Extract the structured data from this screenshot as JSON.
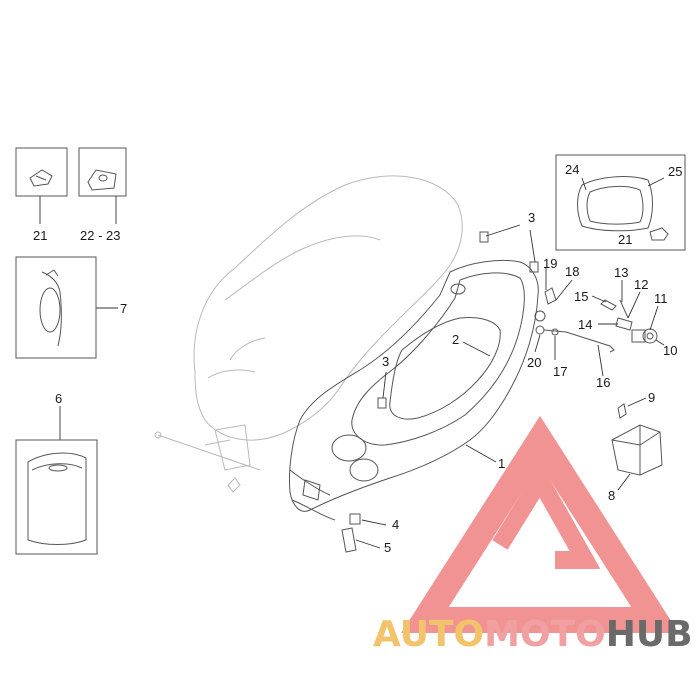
{
  "callouts": {
    "c1": "1",
    "c2": "2",
    "c3a": "3",
    "c3b": "3",
    "c4": "4",
    "c5": "5",
    "c6": "6",
    "c7": "7",
    "c8": "8",
    "c9": "9",
    "c10": "10",
    "c11": "11",
    "c12": "12",
    "c13": "13",
    "c14": "14",
    "c15": "15",
    "c16": "16",
    "c17": "17",
    "c18": "18",
    "c19": "19",
    "c20": "20",
    "c21a": "21",
    "c21b": "21",
    "c2223": "22 - 23",
    "c24": "24",
    "c25": "25"
  },
  "watermark": {
    "brand_part1": "AUTO",
    "brand_part2": "MOTO",
    "brand_part3": "HUB",
    "color_part1": "#f2c36b",
    "color_part2": "#f0a0a0",
    "color_part3": "#6a6a6a",
    "triangle_color": "#ee6f6f"
  }
}
